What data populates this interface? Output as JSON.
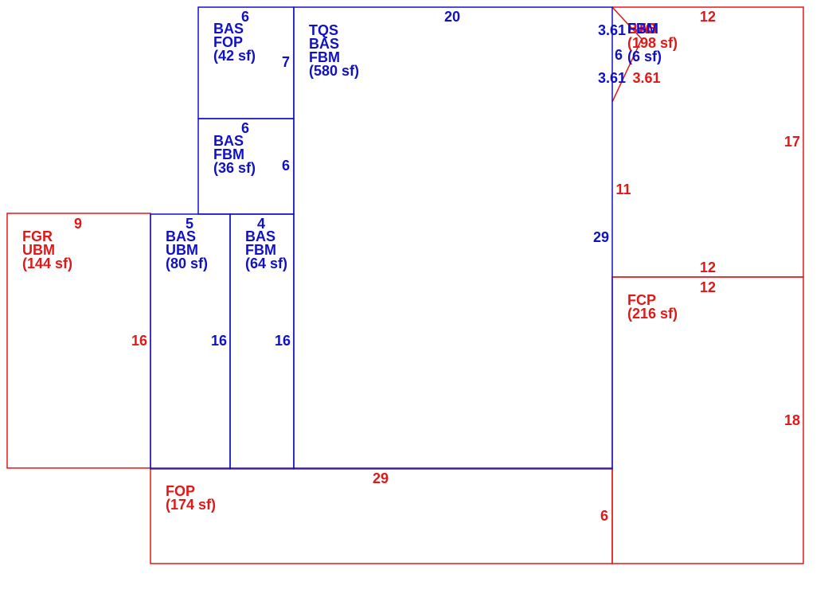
{
  "colors": {
    "blue": "#1010c8",
    "red": "#e01818"
  },
  "areas": {
    "tqs_fbm": {
      "lines": [
        "TQS",
        "BAS",
        "FBM",
        "(580 sf)"
      ]
    },
    "bas_fop": {
      "lines": [
        "BAS",
        "FOP",
        "(42 sf)"
      ]
    },
    "bas_fbm_small": {
      "lines": [
        "BAS",
        "FBM",
        "(36 sf)"
      ]
    },
    "bas_ubm": {
      "lines": [
        "BAS",
        "UBM",
        "(80 sf)"
      ]
    },
    "bas_fbm_right": {
      "lines": [
        "BAS",
        "FBM",
        "(64 sf)"
      ]
    },
    "fgr_ubm": {
      "lines": [
        "FGR",
        "UBM",
        "(144 sf)"
      ]
    },
    "fop_bottom": {
      "lines": [
        "FOP",
        "(174 sf)"
      ]
    },
    "fcp": {
      "lines": [
        "FCP",
        "(216 sf)"
      ]
    },
    "bay_top_red": {
      "lines": [
        "PTO",
        "BAS",
        "(198 sf)"
      ]
    },
    "bay_top_blue": {
      "lines": [
        "FBM",
        "(6 sf)"
      ]
    }
  },
  "dimensions": {
    "main_top": "20",
    "main_right": "29",
    "fop_small_top": "6",
    "fop_small_right": "7",
    "fbm_small_top": "6",
    "fbm_small_right": "6",
    "ubm_top": "5",
    "ubm_right": "16",
    "fbm_right_top": "4",
    "fbm_right_right": "16",
    "fgr_top": "9",
    "fgr_right": "16",
    "fop_top": "29",
    "fop_right": "6",
    "bay_diag_top": "3.61",
    "bay_diag_bottom": "3.61",
    "bay_side": "6",
    "bay_red_diag": "3.61",
    "pto_top": "12",
    "pto_right": "17",
    "pto_left": "11",
    "pto_bottom": "12",
    "fcp_top": "12",
    "fcp_right": "18"
  }
}
